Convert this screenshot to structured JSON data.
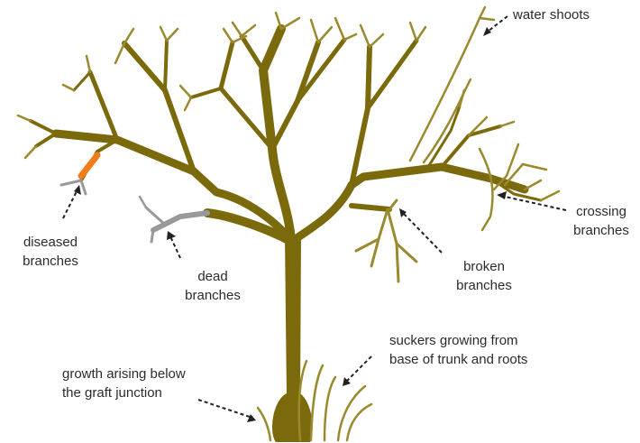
{
  "labels": {
    "water_shoots": [
      "water shoots"
    ],
    "crossing": [
      "crossing",
      "branches"
    ],
    "broken": [
      "broken",
      "branches"
    ],
    "diseased": [
      "diseased",
      "branches"
    ],
    "dead": [
      "dead",
      "branches"
    ],
    "suckers": [
      "suckers growing from",
      "base of trunk and roots"
    ],
    "graft": [
      "growth arising below",
      "the graft junction"
    ]
  },
  "colors": {
    "wood": "#7b6a0c",
    "twig": "#9a8a2e",
    "dead": "#999999",
    "disease": "#f07d1a",
    "arrow": "#222222",
    "text": "#2b2b2b"
  }
}
